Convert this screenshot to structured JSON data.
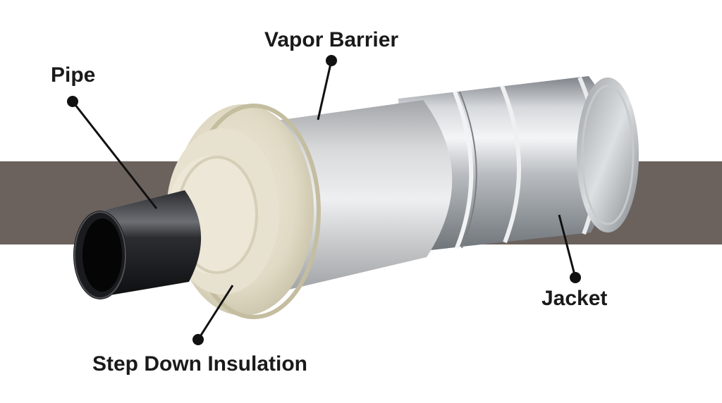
{
  "labels": {
    "vapor_barrier": "Vapor Barrier",
    "pipe": "Pipe",
    "jacket": "Jacket",
    "step_down_insulation": "Step Down Insulation"
  },
  "colors": {
    "background_band": "#6b625d",
    "insulation": "#e2dcc8",
    "vapor_barrier": "#c9cbcd",
    "jacket": "#a8adb2",
    "pipe": "#1c1d20",
    "callout": "#111111"
  }
}
